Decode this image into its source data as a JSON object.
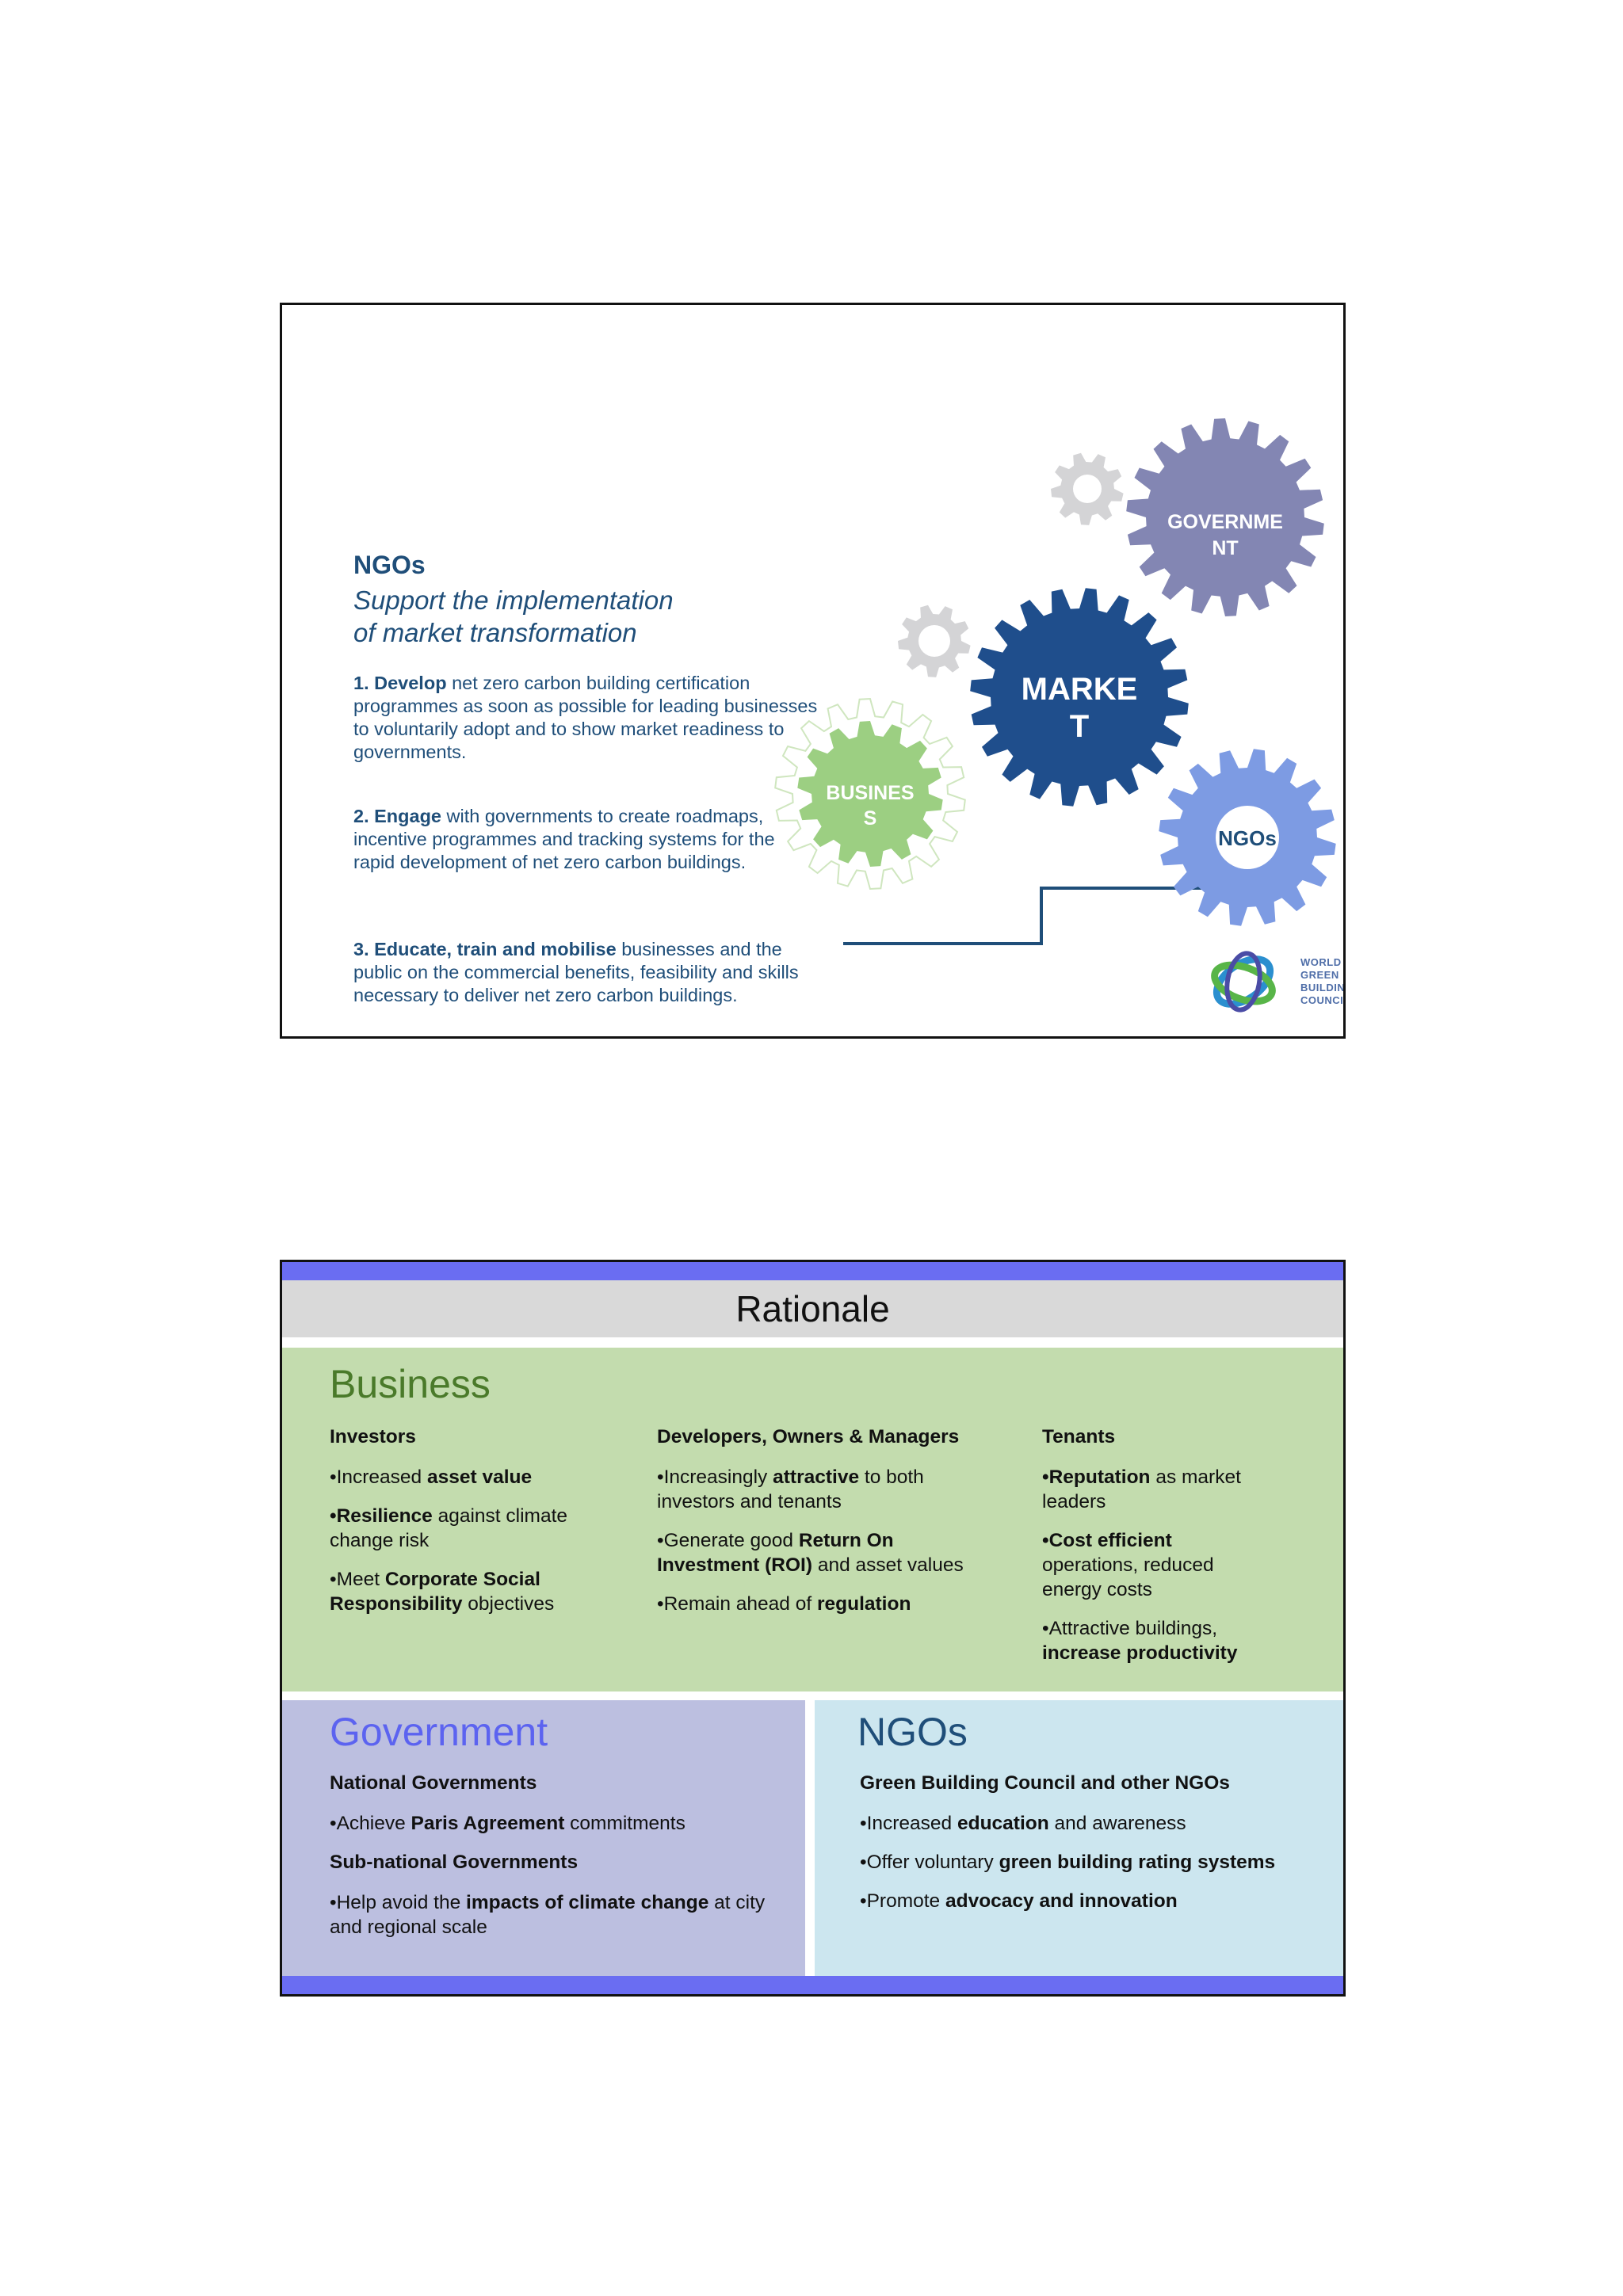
{
  "slide1": {
    "heading": "NGOs",
    "subtitle_line1": "Support the implementation",
    "subtitle_line2": "of market transformation",
    "items": [
      {
        "bold": "1. Develop",
        "text": " net zero carbon building certification programmes as soon as possible for leading businesses to voluntarily adopt and to show market readiness to governments."
      },
      {
        "bold": "2. Engage",
        "text": " with governments to create roadmaps, incentive programmes and tracking systems for the rapid development of net zero carbon buildings."
      },
      {
        "bold": "3. Educate, train and mobilise",
        "text": " businesses and the public on the commercial benefits, feasibility and skills necessary to deliver net zero carbon buildings."
      }
    ],
    "gears": {
      "government_line1": "GOVERNME",
      "government_line2": "NT",
      "market_line1": "MARKE",
      "market_line2": "T",
      "business_line1": "BUSINES",
      "business_line2": "S",
      "ngos": "NGOs"
    },
    "logo": {
      "line1": "WORLD",
      "line2": "GREEN",
      "line3": "BUILDING",
      "line4": "COUNCIL"
    },
    "colors": {
      "text": "#1f4e79",
      "government": "#8386b3",
      "market": "#1f4e8c",
      "business": "#9ccf82",
      "ngos": "#7d9be3",
      "small_gear": "#d4d4d6"
    }
  },
  "slide2": {
    "title": "Rationale",
    "business": {
      "title": "Business",
      "investors": {
        "heading": "Investors",
        "b1_pre": "•Increased ",
        "b1_bold": "asset value",
        "b2_bold": "•Resilience",
        "b2_post": " against climate change risk",
        "b3_pre": "•Meet ",
        "b3_bold": "Corporate Social Responsibility",
        "b3_post": " objectives"
      },
      "developers": {
        "heading": "Developers, Owners & Managers",
        "b1_pre": "•Increasingly ",
        "b1_bold": "attractive",
        "b1_post": " to both investors and tenants",
        "b2_pre": "•Generate good ",
        "b2_bold": "Return On Investment (ROI)",
        "b2_post": " and asset values",
        "b3_pre": "•Remain ahead of ",
        "b3_bold": "regulation"
      },
      "tenants": {
        "heading": "Tenants",
        "b1_bold": "•Reputation",
        "b1_post": " as market leaders",
        "b2_bold": "•Cost efficient",
        "b2_post": " operations, reduced energy costs",
        "b3_pre": "•Attractive buildings, ",
        "b3_bold": "increase productivity"
      }
    },
    "government": {
      "title": "Government",
      "h1": "National Governments",
      "b1_pre": "•Achieve ",
      "b1_bold": "Paris Agreement",
      "b1_post": " commitments",
      "h2": "Sub-national Governments",
      "b2_pre": "•Help avoid the ",
      "b2_bold": "impacts of climate change",
      "b2_post": " at city and regional scale"
    },
    "ngos": {
      "title": "NGOs",
      "h1": "Green Building Council and other NGOs",
      "b1_pre": "•Increased ",
      "b1_bold": "education",
      "b1_post": " and awareness",
      "b2_pre": "•Offer voluntary ",
      "b2_bold": "green building rating systems",
      "b3_pre": "•Promote ",
      "b3_bold": "advocacy and innovation"
    },
    "colors": {
      "bar": "#6a6df2",
      "business_bg": "#c3dcae",
      "business_title": "#4a7a2a",
      "government_bg": "#bcbfe0",
      "government_title": "#5c63f0",
      "ngos_bg": "#cce6ef",
      "ngos_title": "#1f4e79"
    }
  }
}
